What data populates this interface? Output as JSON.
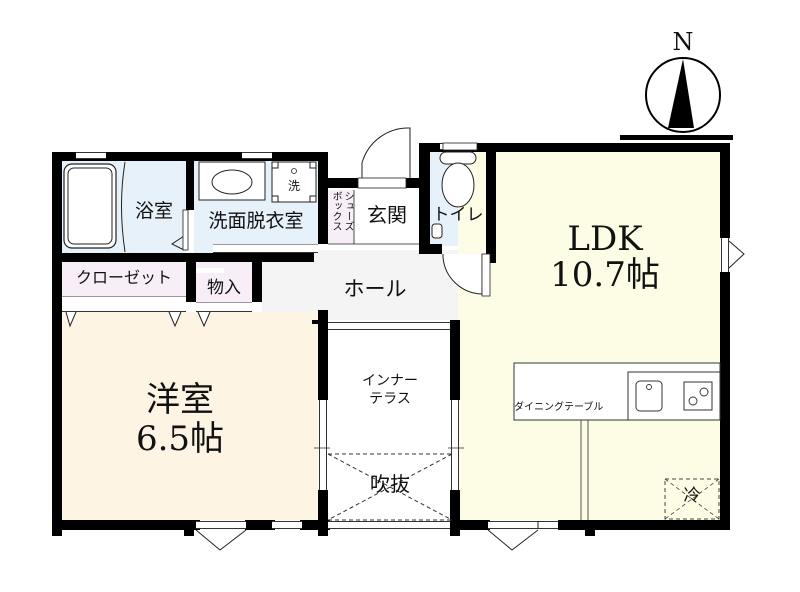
{
  "compass": {
    "label": "N"
  },
  "rooms": {
    "bath": {
      "label": "浴室"
    },
    "washroom": {
      "label": "洗面脱衣室",
      "washer_label": "洗"
    },
    "shoebox": {
      "label": "シューズボックス",
      "col1": "シュ\nーズ",
      "col2": "ボックス"
    },
    "entrance": {
      "label": "玄関"
    },
    "toilet": {
      "label": "トイレ"
    },
    "closet": {
      "label": "クローゼット"
    },
    "storage": {
      "label": "物入"
    },
    "hall": {
      "label": "ホール"
    },
    "ldk": {
      "label": "LDK",
      "size": "10.7帖"
    },
    "western": {
      "label": "洋室",
      "size": "6.5帖"
    },
    "terrace": {
      "label_line1": "インナー",
      "label_line2": "テラス"
    },
    "void": {
      "label": "吹抜"
    },
    "dining_table": {
      "label": "ダイニングテーブル"
    },
    "fridge": {
      "label": "冷"
    }
  },
  "colors": {
    "wall": "#000000",
    "wet_area": "#e6f1fa",
    "closet": "#f7eef7",
    "hall": "#f4f4f4",
    "ldk": "#fdfde6",
    "western": "#fdf4e3",
    "white": "#ffffff"
  }
}
